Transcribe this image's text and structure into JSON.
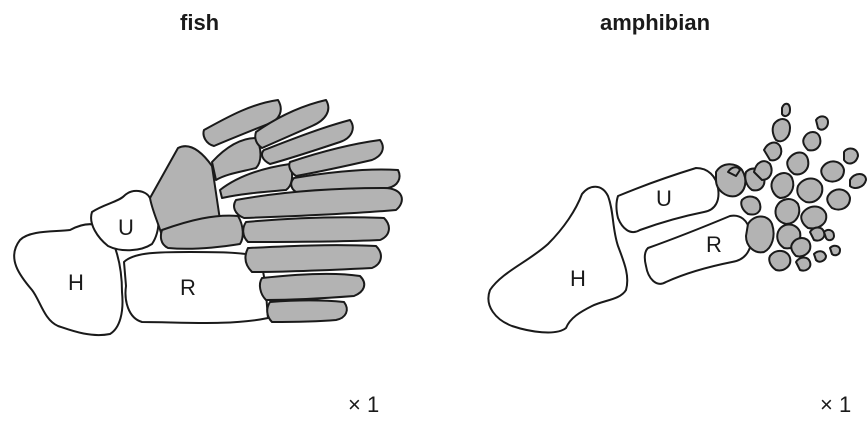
{
  "fish": {
    "title": "fish",
    "labels": {
      "h": "H",
      "u": "U",
      "r": "R"
    },
    "scale": "× 1"
  },
  "amphibian": {
    "title": "amphibian",
    "labels": {
      "h": "H",
      "u": "U",
      "r": "R"
    },
    "scale": "× 1"
  },
  "colors": {
    "bone_outline": "#1a1a1a",
    "fin_bones": "#b3b3b3",
    "limb_bones": "#ffffff"
  }
}
